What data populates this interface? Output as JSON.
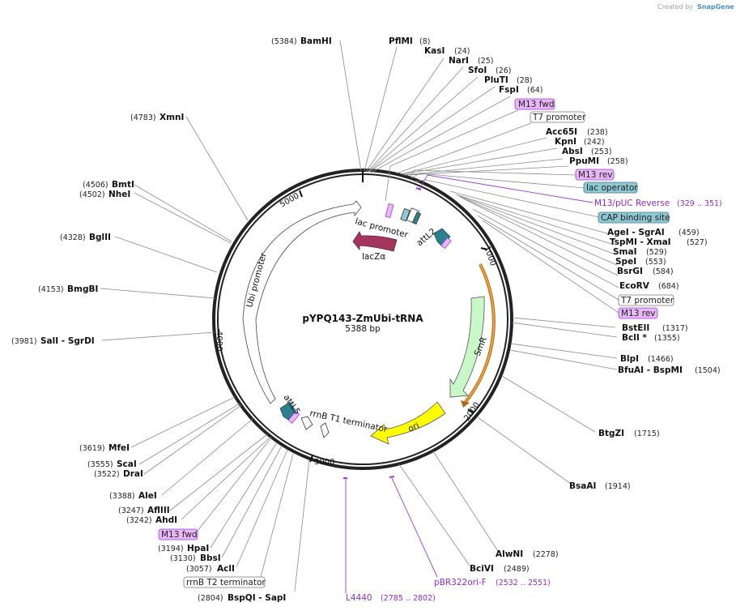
{
  "credit": {
    "prefix": "Created by",
    "brand": "SnapGene"
  },
  "plasmid": {
    "name": "pYPQ143-ZmUbi-tRNA",
    "size_label": "5388 bp"
  },
  "ticks": [
    "1000",
    "2000",
    "3000",
    "4000",
    "5000"
  ],
  "sites": [
    {
      "name": "BamHI",
      "num": "(5384)"
    },
    {
      "name": "PflMI",
      "num": "(8)"
    },
    {
      "name": "KasI",
      "num": "(24)"
    },
    {
      "name": "NarI",
      "num": "(25)"
    },
    {
      "name": "SfoI",
      "num": "(26)"
    },
    {
      "name": "PluTI",
      "num": "(28)"
    },
    {
      "name": "FspI",
      "num": "(64)"
    },
    {
      "name": "Acc65I",
      "num": "(238)"
    },
    {
      "name": "KpnI",
      "num": "(242)"
    },
    {
      "name": "AbsI",
      "num": "(253)"
    },
    {
      "name": "PpuMI",
      "num": "(258)"
    },
    {
      "name": "AgeI  - SgrAI",
      "num": "(459)"
    },
    {
      "name": "TspMI  - XmaI",
      "num": "(527)"
    },
    {
      "name": "SmaI",
      "num": "(529)"
    },
    {
      "name": "SpeI",
      "num": "(553)"
    },
    {
      "name": "BsrGI",
      "num": "(584)"
    },
    {
      "name": "EcoRV",
      "num": "(684)"
    },
    {
      "name": "BstEII",
      "num": "(1317)"
    },
    {
      "name": "BclI *",
      "num": "(1355)"
    },
    {
      "name": "BlpI",
      "num": "(1466)"
    },
    {
      "name": "BfuAI  - BspMI",
      "num": "(1504)"
    },
    {
      "name": "BtgZI",
      "num": "(1715)"
    },
    {
      "name": "BsaAI",
      "num": "(1914)"
    },
    {
      "name": "AlwNI",
      "num": "(2278)"
    },
    {
      "name": "BciVI",
      "num": "(2489)"
    },
    {
      "name": "BspQI  - SapI",
      "num": "(2804)"
    },
    {
      "name": "AclI",
      "num": "(3057)"
    },
    {
      "name": "BbsI",
      "num": "(3130)"
    },
    {
      "name": "HpaI",
      "num": "(3194)"
    },
    {
      "name": "AhdI",
      "num": "(3242)"
    },
    {
      "name": "AflIII",
      "num": "(3247)"
    },
    {
      "name": "AleI",
      "num": "(3388)"
    },
    {
      "name": "DraI",
      "num": "(3522)"
    },
    {
      "name": "ScaI",
      "num": "(3555)"
    },
    {
      "name": "MfeI",
      "num": "(3619)"
    },
    {
      "name": "SalI  - SgrDI",
      "num": "(3981)"
    },
    {
      "name": "BmgBI",
      "num": "(4153)"
    },
    {
      "name": "BglII",
      "num": "(4328)"
    },
    {
      "name": "NheI",
      "num": "(4502)"
    },
    {
      "name": "BmtI",
      "num": "(4506)"
    },
    {
      "name": "XmnI",
      "num": "(4783)"
    }
  ],
  "feature_boxes": [
    {
      "label": "M13 fwd",
      "kind": "primer"
    },
    {
      "label": "T7 promoter",
      "kind": "promoter"
    },
    {
      "label": "M13 rev",
      "kind": "primer"
    },
    {
      "label": "lac operator",
      "kind": "operator"
    },
    {
      "label": "CAP binding site",
      "kind": "operator"
    },
    {
      "label": "T7 promoter",
      "kind": "promoter"
    },
    {
      "label": "M13 rev",
      "kind": "primer"
    },
    {
      "label": "M13 fwd",
      "kind": "primer"
    },
    {
      "label": "rrnB T2 terminator",
      "kind": "terminator"
    }
  ],
  "primers": [
    {
      "name": "M13/pUC Reverse",
      "range": "(329 .. 351)"
    },
    {
      "name": "pBR322ori-F",
      "range": "(2532 .. 2551)"
    },
    {
      "name": "L4440",
      "range": "(2785 .. 2802)"
    }
  ],
  "inner_labels": {
    "lac_promoter": "lac promoter",
    "lacza": "lacZα",
    "attl2": "attL2",
    "smr": "SmR",
    "ori": "ori",
    "rrnb_t1": "rrnB T1 terminator",
    "attl5": "attL5",
    "ubi_promoter": "Ubi promoter"
  },
  "colors": {
    "primer_fill": "#e8b7f6",
    "primer_stroke": "#9b3fe0",
    "operator_fill": "#8fc8d2",
    "lacz": "#a2365c",
    "att": "#2e7f8e",
    "smr": "#c8f7c8",
    "ori": "#ffff00",
    "orange": "#f2a43a"
  }
}
